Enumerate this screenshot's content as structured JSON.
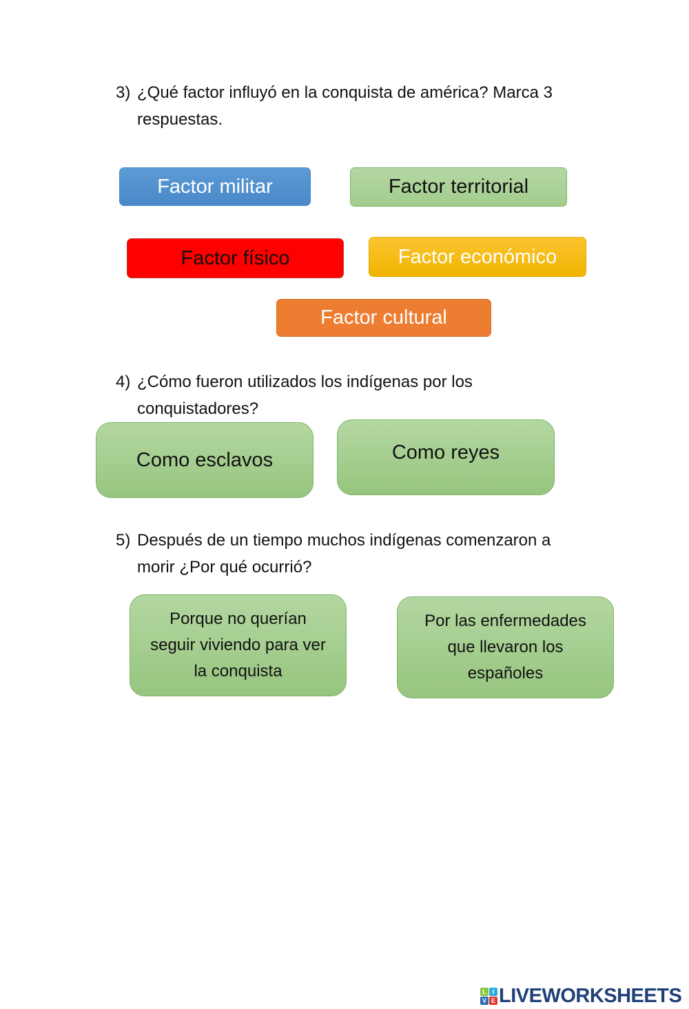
{
  "questions": [
    {
      "number": "3)",
      "text": "¿Qué factor influyó en la conquista de américa? Marca 3 respuestas.",
      "options": [
        {
          "label": "Factor militar",
          "color": "#5b9bd5"
        },
        {
          "label": "Factor territorial",
          "color": "#a9d18e"
        },
        {
          "label": "Factor físico",
          "color": "#ff0000"
        },
        {
          "label": "Factor económico",
          "color": "#ffc000"
        },
        {
          "label": "Factor cultural",
          "color": "#ed7d31"
        }
      ]
    },
    {
      "number": "4)",
      "text": "¿Cómo fueron utilizados los indígenas por los conquistadores?",
      "options": [
        {
          "label": "Como esclavos"
        },
        {
          "label": "Como reyes"
        }
      ]
    },
    {
      "number": "5)",
      "text": "Después de un tiempo muchos indígenas comenzaron a morir ¿Por qué ocurrió?",
      "options": [
        {
          "label": "Porque no querían seguir viviendo para ver la conquista"
        },
        {
          "label": "Por las enfermedades que llevaron los españoles"
        }
      ]
    }
  ],
  "footer": {
    "logo_letters": [
      "L",
      "I",
      "V",
      "E"
    ],
    "logo_text": "LIVEWORKSHEETS"
  }
}
